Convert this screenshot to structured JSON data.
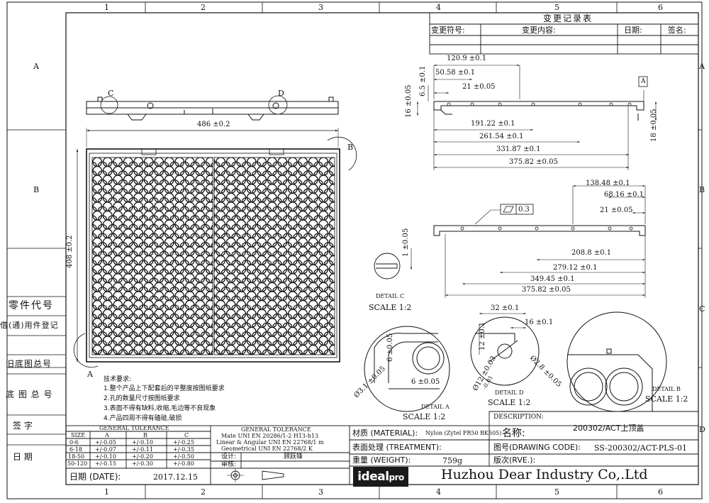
{
  "zones": {
    "cols": [
      "1",
      "2",
      "3",
      "4",
      "5",
      "6"
    ],
    "rows": [
      "A",
      "B",
      "C",
      "D"
    ]
  },
  "change_record": {
    "title": "变更记录表",
    "headers": [
      "变更符号:",
      "变更内容:",
      "日期:",
      "签名:"
    ]
  },
  "side_labels": [
    "零件代号",
    "借(通)用件登记",
    "旧底图总号",
    "底 图 总 号",
    "签   字",
    "日   期"
  ],
  "dims": {
    "d486": "486 ±0.2",
    "d408": "408 ±0.2",
    "top_view": {
      "d1209": "120.9 ±0.1",
      "d5058": "50.58 ±0.1",
      "d21": "21 ±0.05",
      "d65": "6.5 ±0.1",
      "d16": "16 ±0.05",
      "d19122": "191.22 ±0.1",
      "d26154": "261.54 ±0.1",
      "d33187": "331.87 ±0.1",
      "d37582": "375.82 ±0.05",
      "d18": "18 ±0.05",
      "datum": "A"
    },
    "mid_view": {
      "d13848": "138.48 ±0.1",
      "d6816": "68.16 ±0.1",
      "d21": "21 ±0.05",
      "flat": "0.3",
      "d1": "1 ±0.05",
      "d2088": "208.8 ±0.1",
      "d27912": "279.12 ±0.1",
      "d34945": "349.45 ±0.1",
      "d37582": "375.82 ±0.05"
    },
    "detail_d": {
      "d32": "32 ±0.1",
      "d16": "16 ±0.1",
      "d12": "12 ±0.1",
      "d12dia": "Ø12 ±0.03",
      "d12dia2": "-0.01",
      "d28": "Ø2.8 ±0.05"
    },
    "detail_a": {
      "d6a": "6 ±0.05",
      "d6b": "6 ±0.05",
      "d31": "Ø3.1 ±0.05"
    }
  },
  "views": {
    "detail_c": {
      "label": "DETAIL C",
      "scale": "SCALE 1:2"
    },
    "detail_a": {
      "label": "DETAIL A",
      "scale": "SCALE 1:2"
    },
    "detail_d": {
      "label": "DETAIL D",
      "scale": "SCALE 1:2"
    },
    "detail_b": {
      "label": "DETAIL B",
      "scale": "SCALE 1:2"
    },
    "markers": {
      "a": "A",
      "b": "B",
      "c": "C",
      "d": "D"
    }
  },
  "notes": {
    "title": "技术要求:",
    "items": [
      "1.整个产品上下配套后的平整度按图纸要求",
      "2.孔的数量尺寸按图纸要求",
      "3.表面不得有缺料,收缩,毛边等不良现象",
      "4.产品四周不得有磕碰,破损"
    ]
  },
  "tolerance": {
    "title": "GENERAL TOLERANCE",
    "headers": [
      "SIZE",
      "A",
      "B",
      "C"
    ],
    "rows": [
      [
        "0-6",
        "+/-0.05",
        "+/-0.10",
        "+/-0.25"
      ],
      [
        "6-18",
        "+/-0.07",
        "+/-0.11",
        "+/-0.35"
      ],
      [
        "18-50",
        "+/-0.10",
        "+/-0.20",
        "+/-0.50"
      ],
      [
        "50-120",
        "+/-0.15",
        "+/-0.30",
        "+/-0.80"
      ]
    ],
    "general_title": "GENERAL TOLERANCE",
    "general_lines": [
      "Mate UNI EN 20286/1-2 H13-h13",
      "Linear & Angular UNI EN 22768/1 m",
      "Geometrical UNI EN 22768/2 K"
    ],
    "design_label": "设计:",
    "designer": "顾跃锋",
    "review_label": "审核:"
  },
  "title_block": {
    "description_label": "DESCRIPTION:",
    "description": "200302/ACT上顶盖",
    "material_label": "材质 (MATERIAL):",
    "material": "Nylon (Zytel FR50 BK505)",
    "name_label": "名称:",
    "treatment_label": "表面处理 (TREATMENT):",
    "drawing_code_label": "图号(DRAWING CODE):",
    "drawing_code": "SS-200302/ACT-PLS-01",
    "weight_label": "重量 (WEIGHT):",
    "weight": "759g",
    "revision_label": "版次(RVE.):",
    "date_label": "日期 (DATE):",
    "date": "2017.12.15",
    "company": "Huzhou Dear Industry Co,.Ltd",
    "logo_a": "ideal",
    "logo_b": "pro"
  }
}
